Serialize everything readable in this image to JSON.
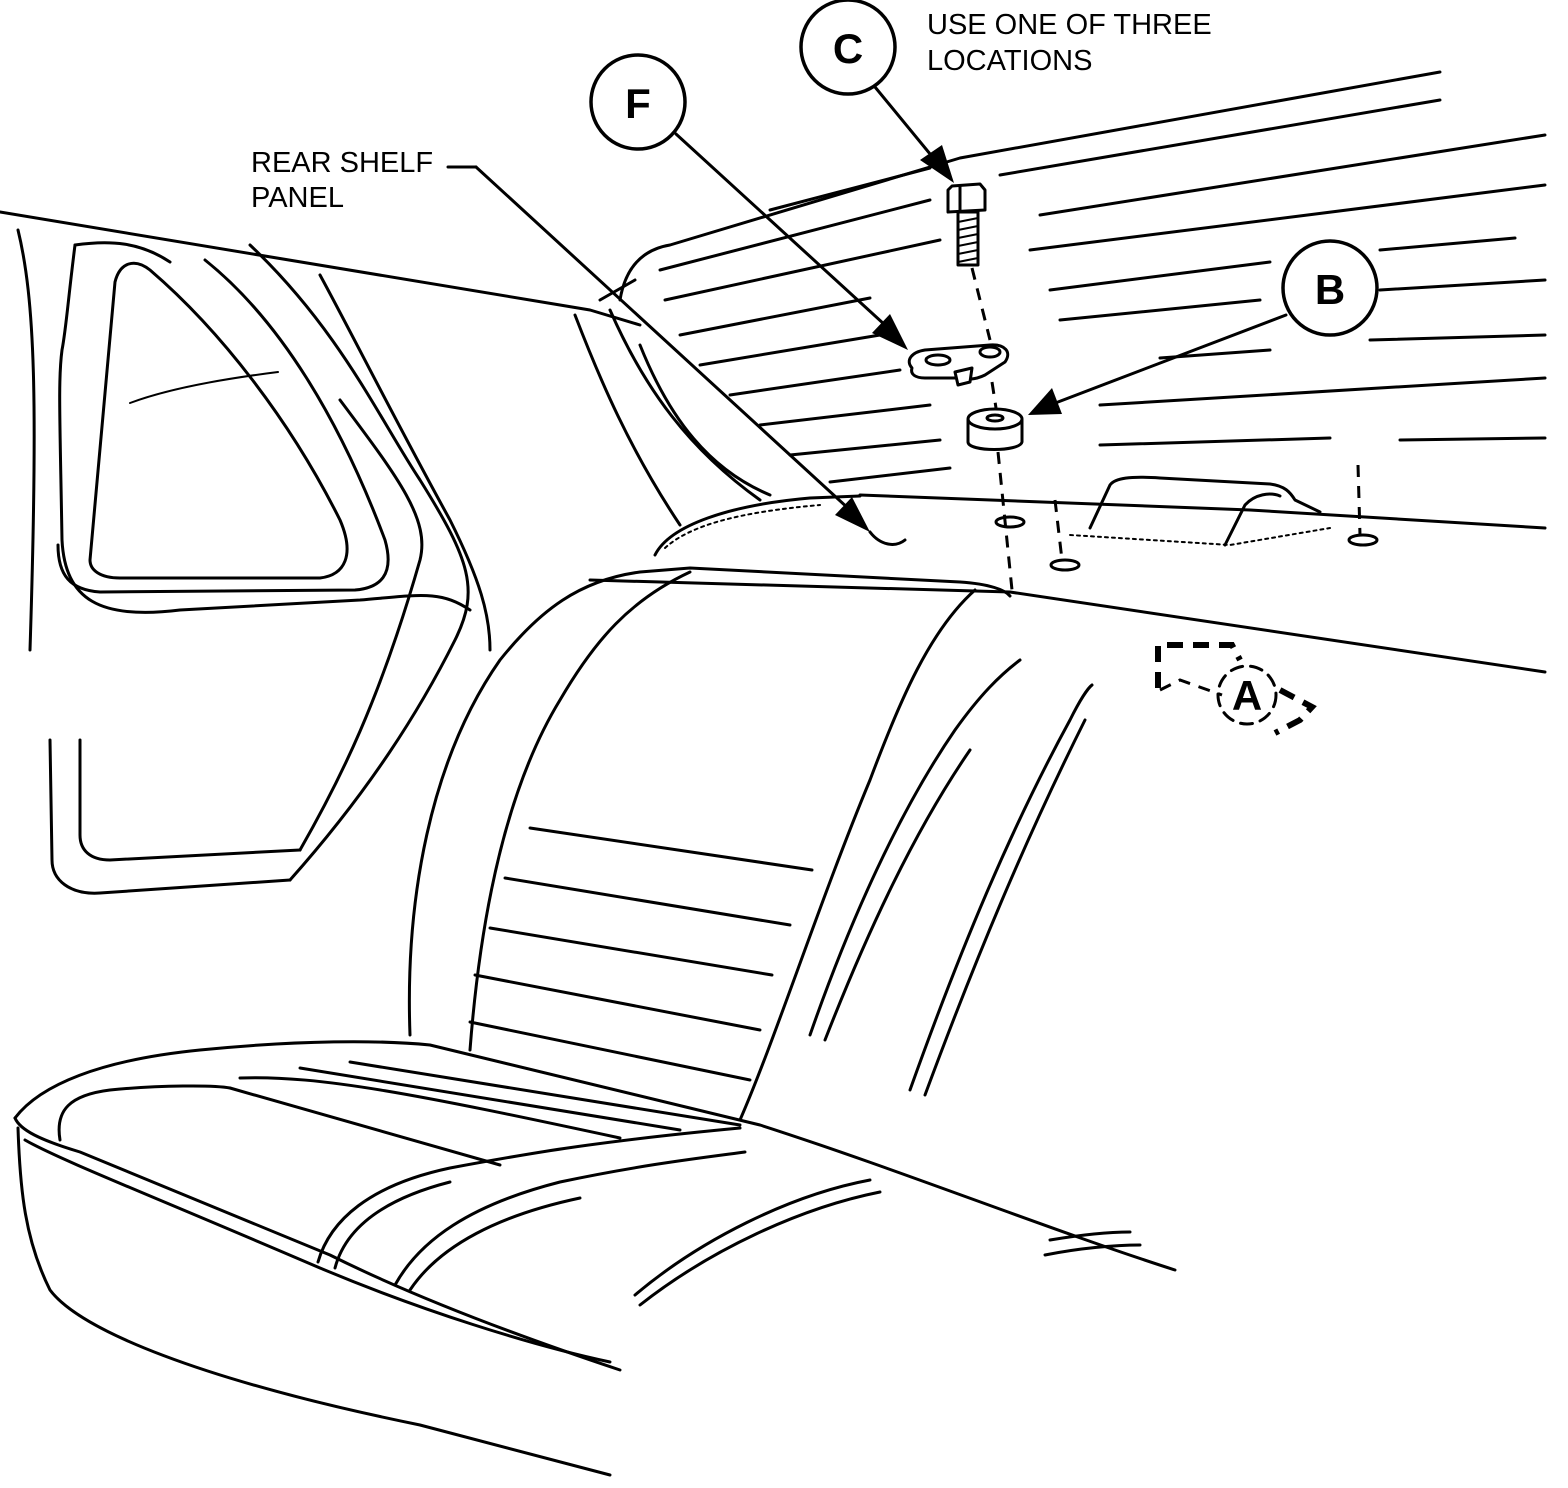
{
  "callouts": {
    "a": "A",
    "b": "B",
    "c": "C",
    "f": "F"
  },
  "labels": {
    "c_note_line1": "USE ONE OF THREE",
    "c_note_line2": "LOCATIONS",
    "rear_shelf_line1": "REAR SHELF",
    "rear_shelf_line2": "PANEL"
  }
}
